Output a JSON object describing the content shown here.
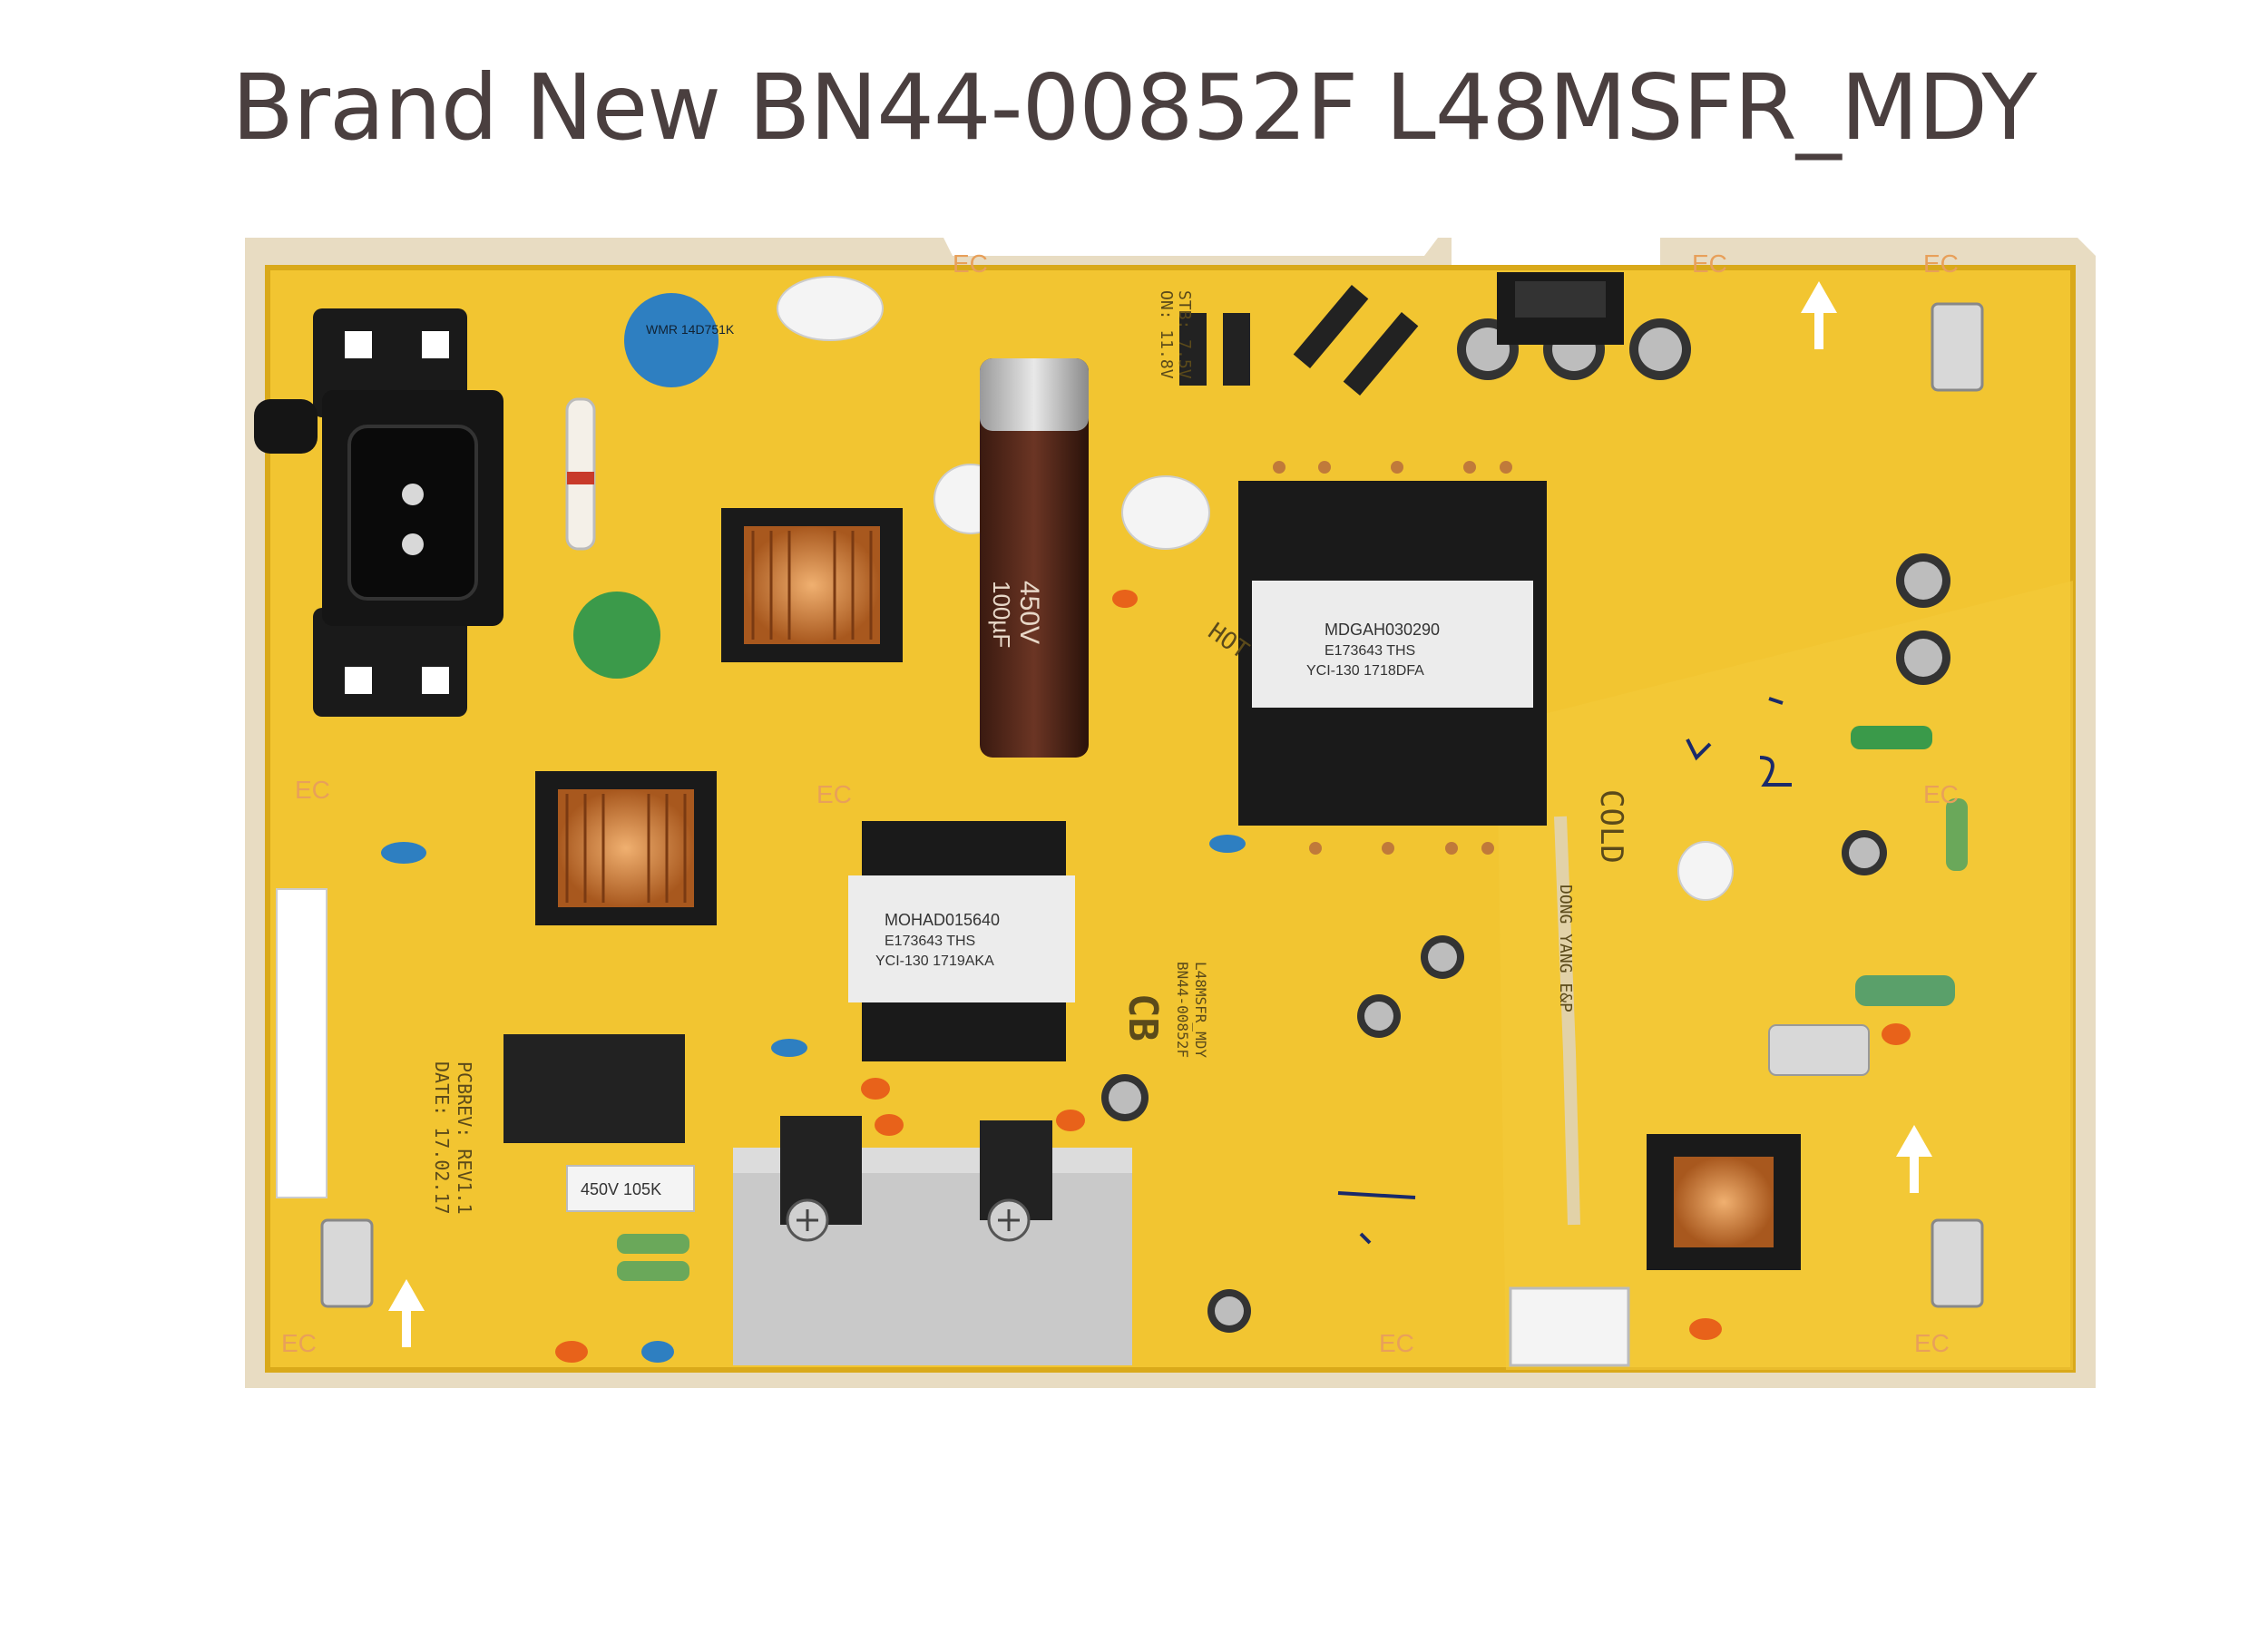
{
  "title": "Brand New BN44-00852F L48MSFR_MDY",
  "colors": {
    "board": "#f2c531",
    "board_edge": "#e8dcc2",
    "title_text": "#4a3f3f",
    "transformer_core": "#ececec",
    "connector": "#1a1a1a",
    "heatsink": "#c9c9c9"
  },
  "board": {
    "main_transformer": {
      "line1": "MDGAH030290",
      "line2": "E173643 THS",
      "line3": "YCI-130 1718DFA"
    },
    "small_transformer": {
      "line1": "MOHAD015640",
      "line2": "E173643 THS",
      "line3": "YCI-130 1719AKA"
    },
    "big_capacitor": {
      "line1": "450V",
      "line2": "100µF"
    },
    "film_capacitor": "450V 105K",
    "varistor": "WMR 14D751K",
    "pcb_rev": "PCBREV: REV1.1",
    "date": "DATE: 17.02.17",
    "silk_hot": "HOT",
    "silk_cold": "COLD",
    "silk_cb": "CB",
    "silk_dong_yang": "DONG YANG E&P",
    "model_label": "L48MSFR_MDY",
    "model_label2": "BN44-00852F",
    "stb_text": "STB: 7.5V",
    "on_text": "ON: 11.8V"
  },
  "icons": [
    "arrow-up-icon",
    "power-socket-icon",
    "screw-icon",
    "ec-mark-icon"
  ]
}
